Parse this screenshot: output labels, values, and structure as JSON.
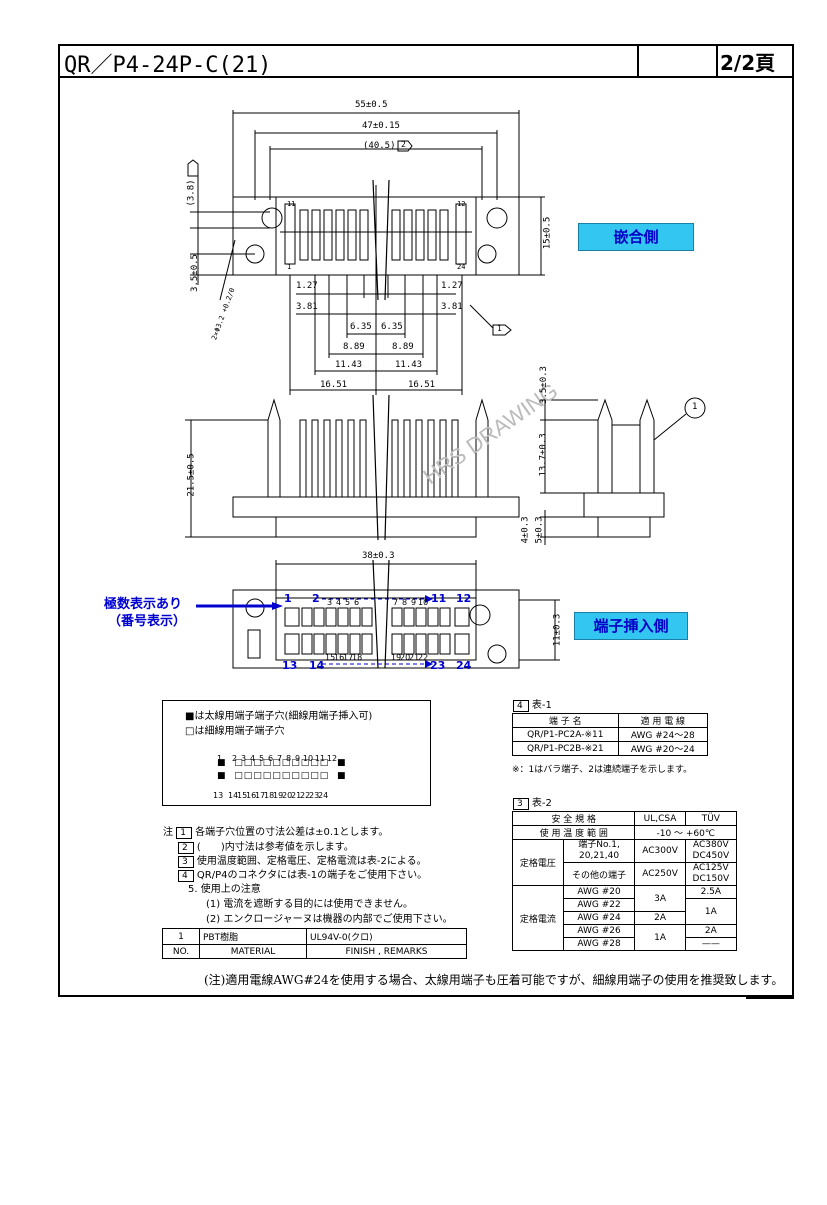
{
  "header": {
    "title": "QR／P4-24P-C(21)",
    "page": "2/2頁"
  },
  "top_view": {
    "dims": {
      "overall": "55±0.5",
      "pitch_outer": "47±0.15",
      "ref": "(40.5)",
      "ref_note": "2",
      "height": "15±0.5",
      "ref_left": "(3.8)",
      "left_small": "3.5±0.5",
      "hole": "2×Φ3.2 +0.2/0",
      "p1": "1.27",
      "p2": "1.27",
      "p3": "3.81",
      "p4": "3.81",
      "p5": "6.35",
      "p6": "6.35",
      "p7": "8.89",
      "p8": "8.89",
      "p9": "11.43",
      "p10": "11.43",
      "p11": "16.51",
      "p12": "16.51",
      "note_tag": "1"
    },
    "pin_marks": [
      "11",
      "12",
      "1",
      "24"
    ],
    "badge": "嵌合側"
  },
  "side_view": {
    "dims": {
      "h_total": "21.5±0.5",
      "h_top": "3.5±0.3",
      "h_mid": "13.7±0.3",
      "h_b1": "4±0.3",
      "h_b2": "5±0.3"
    },
    "balloon": "1",
    "watermark": "HRS DRAWING"
  },
  "bottom_view": {
    "dim_width": "38±0.3",
    "dim_height": "11±0.3",
    "callout": "極数表示あり",
    "callout2": "（番号表示）",
    "labels_top": [
      "1",
      "2",
      "11",
      "12"
    ],
    "labels_bottom": [
      "13",
      "14",
      "23",
      "24"
    ],
    "small_top": [
      "3",
      "4",
      "5",
      "6",
      "7",
      "8",
      "9",
      "10"
    ],
    "small_bottom": [
      "15",
      "16",
      "17",
      "18",
      "19",
      "20",
      "21",
      "22"
    ],
    "badge": "端子挿入側"
  },
  "legend_box": {
    "line1": "■は太線用端子端子穴(細線用端子挿入可)",
    "line2": "□は細線用端子端子穴",
    "top_nums": [
      "1",
      "2",
      "3",
      "4",
      "5",
      "6",
      "7",
      "8",
      "9",
      "10",
      "11",
      "12"
    ],
    "bottom_nums": [
      "13",
      "14",
      "15",
      "16",
      "17",
      "18",
      "19",
      "20",
      "21",
      "22",
      "23",
      "24"
    ]
  },
  "table1": {
    "tag": "4",
    "title": "表-1",
    "headers": [
      "端 子 名",
      "適 用 電 線"
    ],
    "rows": [
      [
        "QR/P1-PC2A-※11",
        "AWG #24～28"
      ],
      [
        "QR/P1-PC2B-※21",
        "AWG #20～24"
      ]
    ],
    "footnote": "※：1はバラ端子、2は連続端子を示します。"
  },
  "table2": {
    "tag": "3",
    "title": "表-2",
    "h1": "安 全 規 格",
    "h2": "UL,CSA",
    "h3": "TÜV",
    "temp_label": "使 用 温 度 範 囲",
    "temp_val": "-10 ～ +60℃",
    "volt_label": "定格電圧",
    "volt_r1_a": "端子No.1,",
    "volt_r1_b": "20,21,40",
    "volt_r1_ul": "AC300V",
    "volt_r1_tuv_a": "AC380V",
    "volt_r1_tuv_b": "DC450V",
    "volt_r2": "その他の端子",
    "volt_r2_ul": "AC250V",
    "volt_r2_tuv_a": "AC125V",
    "volt_r2_tuv_b": "DC150V",
    "cur_label": "定格電流",
    "awg": [
      "AWG #20",
      "AWG #22",
      "AWG #24",
      "AWG #26",
      "AWG #28"
    ],
    "cur_ul": [
      "3A",
      "2A",
      "1A"
    ],
    "cur_tuv": [
      "2.5A",
      "1A",
      "2A",
      "——"
    ]
  },
  "notes": {
    "prefix": "注",
    "n1_tag": "1",
    "n1": "各端子穴位置の寸法公差は±0.1とします。",
    "n2_tag": "2",
    "n2": "(　　)内寸法は参考値を示します。",
    "n3_tag": "3",
    "n3": "使用温度範囲、定格電圧、定格電流は表-2による。",
    "n4_tag": "4",
    "n4": "QR/P4のコネクタには表-1の端子をご使用下さい。",
    "n5": "5. 使用上の注意",
    "n5a": "(1) 電流を遮断する目的には使用できません。",
    "n5b": "(2) エンクロージャーヌは機器の内部でご使用下さい。"
  },
  "material_table": {
    "no": "1",
    "material": "PBT樹脂",
    "remark": "UL94V-0(クロ)",
    "h_no": "NO.",
    "h_material": "MATERIAL",
    "h_finish": "FINISH , REMARKS"
  },
  "footer_note": "(注)適用電線AWG#24を使用する場合、太線用端子も圧着可能ですが、細線用端子の使用を推奨致します。"
}
